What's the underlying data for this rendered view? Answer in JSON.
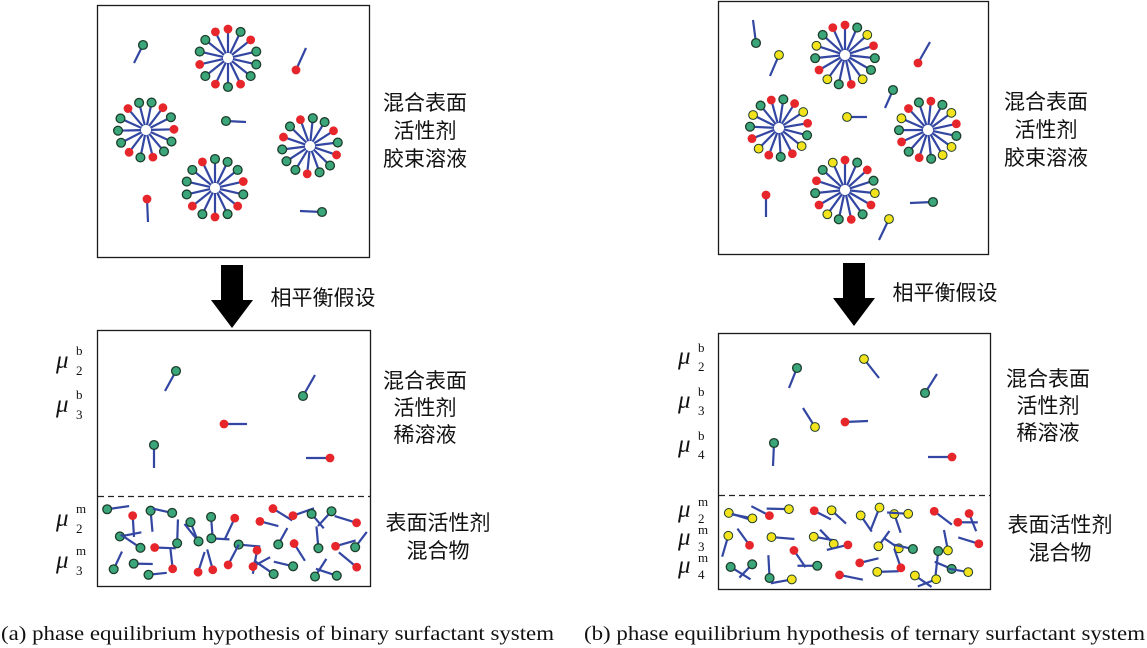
{
  "colors": {
    "green_head": "#3aa679",
    "red_head": "#e6262b",
    "yellow_head": "#f3e31d",
    "tail": "#3347a2",
    "head_outline": "#1d3d2b",
    "arrow": "#000000",
    "frame": "#1a1a1a"
  },
  "panels": [
    {
      "micelle_label": [
        "混合表面",
        "活性剂",
        "胶束溶液"
      ],
      "arrow_label": "相平衡假设",
      "dilute_label": [
        "混合表面",
        "活性剂",
        "稀溶液"
      ],
      "mixture_label": [
        "表面活性剂",
        "混合物"
      ],
      "bulk_potentials": [
        {
          "symbol": "μ",
          "sub": "2",
          "sup": "b"
        },
        {
          "symbol": "μ",
          "sub": "3",
          "sup": "b"
        }
      ],
      "mixture_potentials": [
        {
          "symbol": "μ",
          "sub": "2",
          "sup": "m"
        },
        {
          "symbol": "μ",
          "sub": "3",
          "sup": "m"
        }
      ],
      "caption": "(a) phase equilibrium hypothesis of binary surfactant system"
    },
    {
      "micelle_label": [
        "混合表面",
        "活性剂",
        "胶束溶液"
      ],
      "arrow_label": "相平衡假设",
      "dilute_label": [
        "混合表面",
        "活性剂",
        "稀溶液"
      ],
      "mixture_label": [
        "表面活性剂",
        "混合物"
      ],
      "bulk_potentials": [
        {
          "symbol": "μ",
          "sub": "2",
          "sup": "b"
        },
        {
          "symbol": "μ",
          "sub": "3",
          "sup": "b"
        },
        {
          "symbol": "μ",
          "sub": "4",
          "sup": "b"
        }
      ],
      "mixture_potentials": [
        {
          "symbol": "μ",
          "sub": "2",
          "sup": "m"
        },
        {
          "symbol": "μ",
          "sub": "3",
          "sup": "m"
        },
        {
          "symbol": "μ",
          "sub": "4",
          "sup": "m"
        }
      ],
      "caption": "(b) phase equilibrium hypothesis of ternary surfactant system"
    }
  ]
}
